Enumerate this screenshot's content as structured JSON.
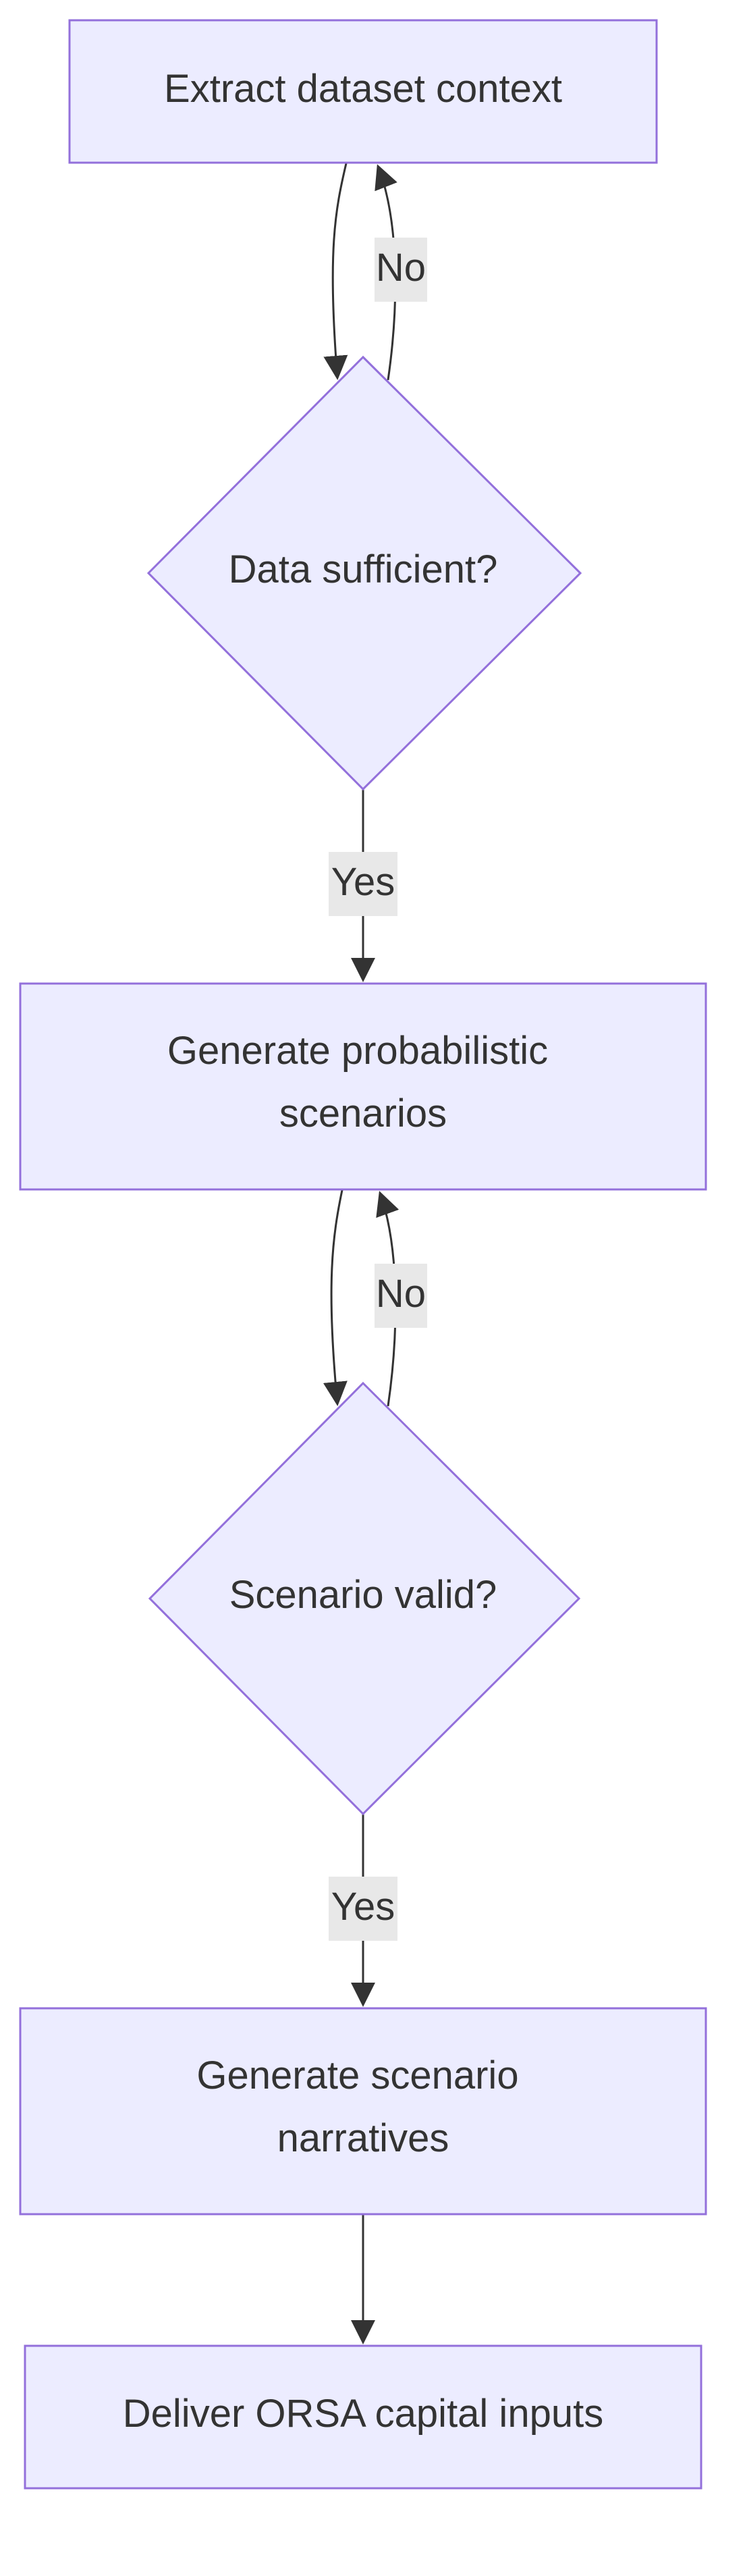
{
  "colors": {
    "node_fill": "#ececff",
    "node_stroke": "#9370db",
    "edge": "#333333",
    "label_bg": "#e8e8e8",
    "text": "#333333"
  },
  "nodes": {
    "extract": {
      "label": "Extract dataset context"
    },
    "data_check": {
      "label": "Data sufficient?"
    },
    "generate": {
      "label_line1": "Generate probabilistic",
      "label_line2": "scenarios"
    },
    "scenario_check": {
      "label": "Scenario valid?"
    },
    "narratives": {
      "label_line1": "Generate scenario",
      "label_line2": "narratives"
    },
    "deliver": {
      "label": "Deliver ORSA capital inputs"
    }
  },
  "edge_labels": {
    "data_no": "No",
    "data_yes": "Yes",
    "scenario_no": "No",
    "scenario_yes": "Yes"
  }
}
